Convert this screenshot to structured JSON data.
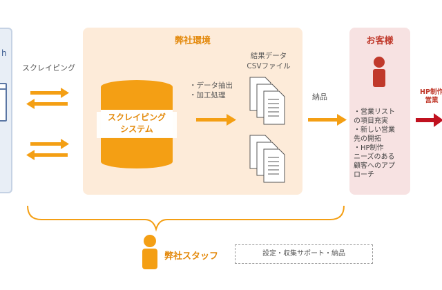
{
  "left_box": {
    "glyph": "h"
  },
  "labels": {
    "scraping": "スクレイピング",
    "environment": "弊社環境",
    "system_line1": "スクレイピング",
    "system_line2": "システム",
    "process_line1": "・データ抽出",
    "process_line2": "・加工処理",
    "result_line1": "結果データ",
    "result_line2": "CSVファイル",
    "delivery": "納品",
    "customer": "お客様",
    "hp_line1": "HP制作",
    "hp_line2": "営業",
    "staff": "弊社スタッフ",
    "support": "設定・収集サポート・納品"
  },
  "customer_list": [
    "・営業リスト",
    "の項目充実",
    "・新しい営業",
    "先の開拓",
    "・HP制作",
    "ニーズのある",
    "顧客へのアプ",
    "ローチ"
  ],
  "colors": {
    "orange": "#f49f14",
    "orange_text": "#e3890c",
    "env_bg": "#fdebd9",
    "customer_bg": "#f7e2e2",
    "customer_red": "#c0392b",
    "left_bg": "#e8eef6"
  }
}
